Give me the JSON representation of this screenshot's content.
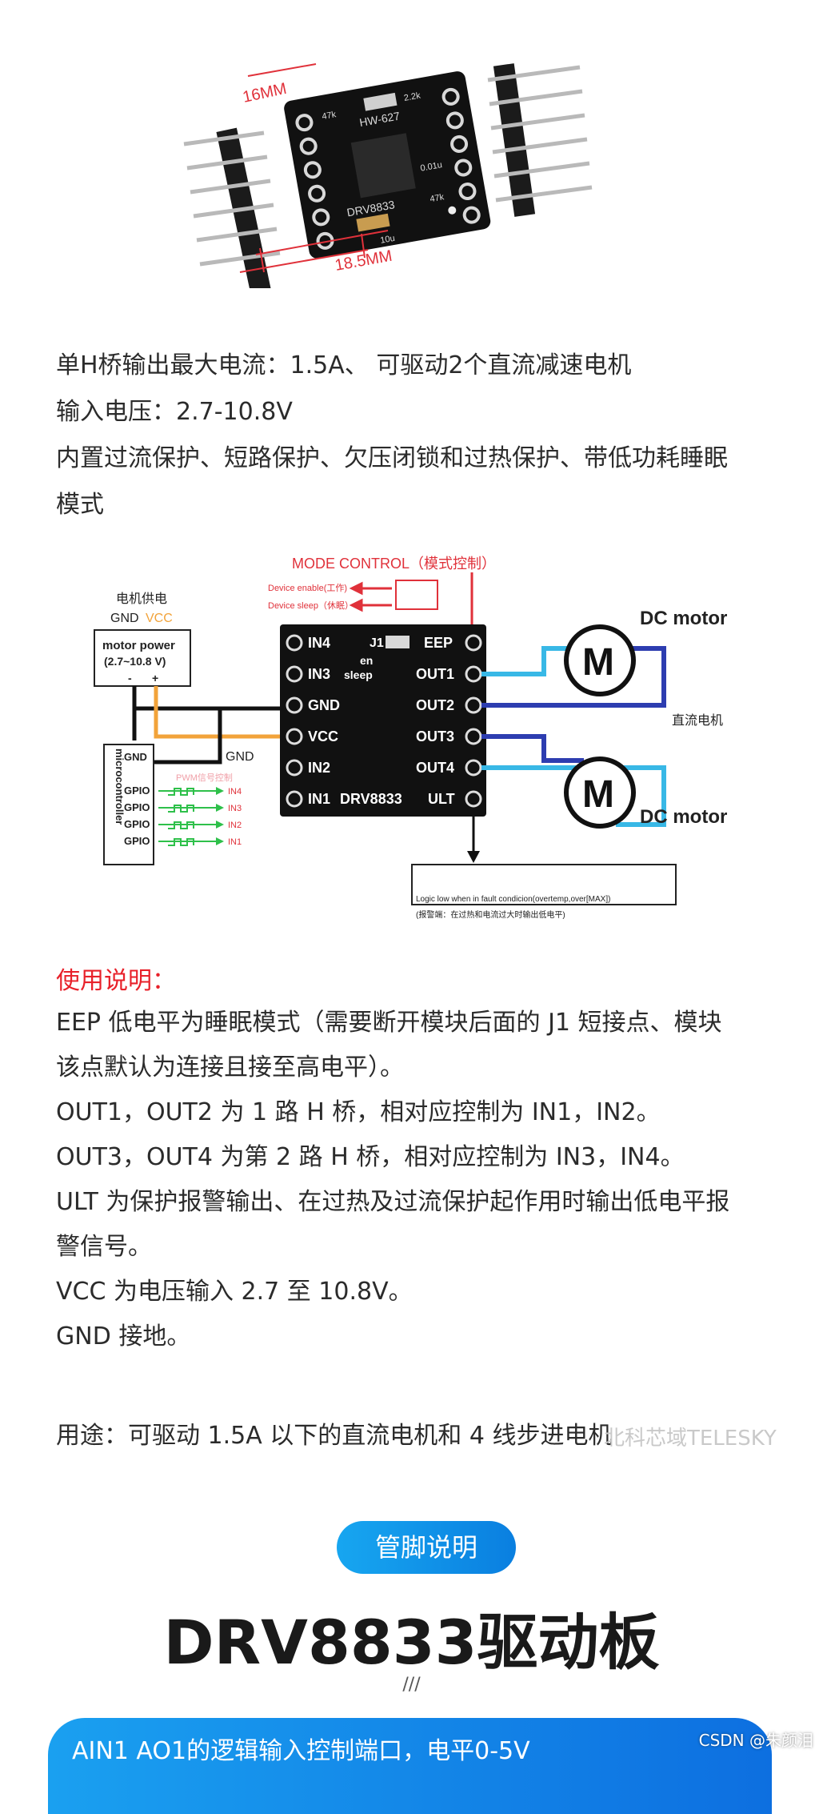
{
  "product_photo": {
    "dim_height": "16MM",
    "dim_width": "18.5MM",
    "board_label": "HW-627",
    "chip_label": "DRV8833",
    "smd_labels": [
      "47k",
      "2.2k",
      "0.01u",
      "47k",
      "10u"
    ]
  },
  "specs": [
    "单H桥输出最大电流：1.5A、 可驱动2个直流减速电机",
    "输入电压：2.7-10.8V",
    "内置过流保护、短路保护、欠压闭锁和过热保护、带低功耗睡眠",
    "模式"
  ],
  "diagram": {
    "mode_control": "MODE CONTROL（模式控制）",
    "device_enable": "Device enable(工作)",
    "device_sleep": "Device sleep（休眠）",
    "motor_supply": "电机供电",
    "gnd": "GND",
    "vcc": "VCC",
    "motor_power": "motor power",
    "motor_power_range": "(2.7~10.8 V)",
    "minus": "-",
    "plus": "+",
    "gnd_wire": "GND",
    "mcu": "microcontroller",
    "mcu_gnd": "GND",
    "gpio": [
      "GPIO",
      "GPIO",
      "GPIO",
      "GPIO"
    ],
    "pwm_label": "PWM信号控制",
    "pwm_inputs": [
      "IN4",
      "IN3",
      "IN2",
      "IN1"
    ],
    "pins_left": [
      "IN4",
      "IN3",
      "GND",
      "VCC",
      "IN2",
      "IN1"
    ],
    "pins_right": [
      "EEP",
      "OUT1",
      "OUT2",
      "OUT3",
      "OUT4",
      "ULT"
    ],
    "j1": "J1",
    "en": "en",
    "sleep": "sleep",
    "chip": "DRV8833",
    "motor_letter": "M",
    "dc_motor_1": "DC motor",
    "dc_motor_2": "DC motor",
    "motor_cn": "直流电机",
    "fault_text": "Logic low when in fault condicion(overtemp,over[MAX])",
    "fault_cn": "(报警端：在过热和电流过大时输出低电平)"
  },
  "usage": {
    "title": "使用说明：",
    "lines": [
      "EEP 低电平为睡眠模式（需要断开模块后面的 J1 短接点、模块",
      "该点默认为连接且接至高电平）。",
      "OUT1，OUT2 为 1 路 H 桥，相对应控制为 IN1，IN2。",
      "OUT3，OUT4 为第 2 路 H 桥，相对应控制为 IN3，IN4。",
      "ULT 为保护报警输出、在过热及过流保护起作用时输出低电平报",
      "警信号。",
      "VCC 为电压输入 2.7 至 10.8V。",
      "GND 接地。"
    ],
    "purpose": "用途：可驱动 1.5A 以下的直流电机和 4 线步进电机",
    "watermark": "北科芯域TELESKY"
  },
  "pin_button": "管脚说明",
  "board_title": "DRV8833驱动板",
  "divider": "///",
  "band_text": "AIN1 AO1的逻辑输入控制端口，电平0-5V",
  "csdn_credit": "CSDN @朱颜泪",
  "colors": {
    "accent_red": "#e8212a",
    "orange_wire": "#f2a33a",
    "cyan_wire": "#38b8e6",
    "navy_wire": "#2d3db0",
    "green_pwm": "#2ec04a",
    "button_blue": "#0a7fe0"
  }
}
